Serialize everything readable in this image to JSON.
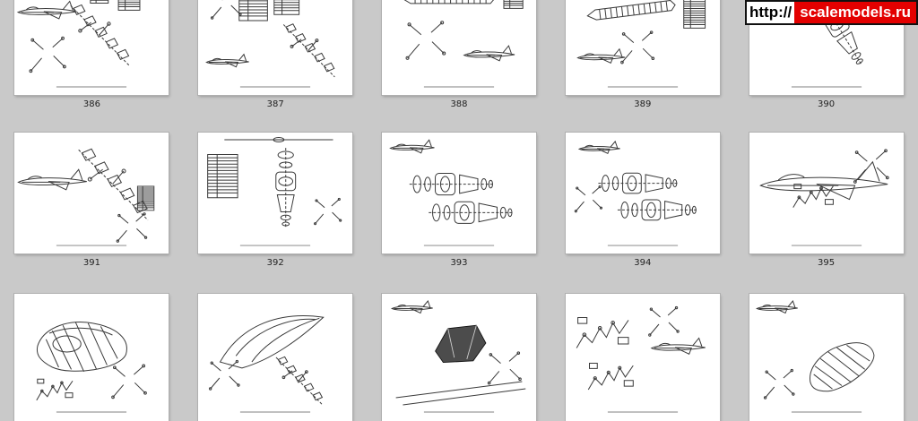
{
  "watermark": {
    "protocol": "http://",
    "domain": "scalemodels.ru"
  },
  "colors": {
    "background": "#c9c9c9",
    "page": "#ffffff",
    "ink": "#3a3a3a",
    "watermark_red": "#e30000",
    "watermark_text": "#ffffff",
    "watermark_protocol": "#000000"
  },
  "pages": [
    {
      "label": "386",
      "drawing": "exploded-pylon-diagram-with-parts-tables"
    },
    {
      "label": "387",
      "drawing": "parts-list-tables-with-exploded-assembly"
    },
    {
      "label": "388",
      "drawing": "pylon-top-view-with-parts-table"
    },
    {
      "label": "389",
      "drawing": "pylon-side-view-with-parts-table"
    },
    {
      "label": "390",
      "drawing": "engine-intake-duct-assembly"
    },
    {
      "label": "391",
      "drawing": "aircraft-nose-exploded-pylon-diagram"
    },
    {
      "label": "392",
      "drawing": "control-bolt-stack-with-parts-table"
    },
    {
      "label": "393",
      "drawing": "twin-jet-engines-diagram"
    },
    {
      "label": "394",
      "drawing": "twin-jet-engines-diagram"
    },
    {
      "label": "395",
      "drawing": "aircraft-fuel-system-overview"
    },
    {
      "label": "",
      "drawing": "fuselage-fuel-tank-cutaway"
    },
    {
      "label": "",
      "drawing": "forward-fuselage-canopy-exploded"
    },
    {
      "label": "",
      "drawing": "aerial-refueling-receptacle"
    },
    {
      "label": "",
      "drawing": "flight-controls-linkage-diagram"
    },
    {
      "label": "",
      "drawing": "tail-section-cutaway"
    }
  ]
}
